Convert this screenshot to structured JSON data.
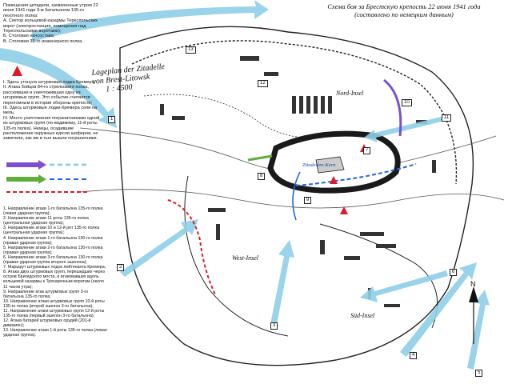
{
  "title": {
    "ru_line1": "Схема боя за Брестскую крепость 22 июня 1941 года",
    "ru_line2": "(составлено по немецким данным)"
  },
  "plan_title": {
    "line1": "Lageplan der Zitadelle",
    "line2": "von Brest-Litowsk",
    "scale": "1 : 4500"
  },
  "island_labels": {
    "nord": "Nord-Insel",
    "west": "West-Insel",
    "sued": "Süd-Insel",
    "kern": "Zitadellen-Kern"
  },
  "north_mark": "N",
  "buildings_note": "Помещения цитадели, захваченные утром 22 июня 1941 года 3-м батальоном 135-го пехотного полка:\nА. Сектор кольцевой казармы Тереспольских ворот (электростанция, помещения над Тереспольскими воротами);\nБ. Столовая начсостава;\nВ. Столовая 33-го инженерного полка.",
  "events_note": "I. Здесь утонула штурмовая лодка Кремера;\nII. Атака бойцов 84-го стрелкового полка, рассеявшая и уничтожившая одну из штурмовых групп. Это событие считается переломным в истории обороны крепости;\nIII. Здесь штурмовые лодки Кремера сели на мель;\nIV. Место уничтожения пограничниками одной из штурмовых групп (по-видимому, 11-й роты 135-го полка). Немцы, осадившие расположение окружных курсов шоферов, не заметили, как им в тыл вышли пограничники.",
  "attacks_legend": "1. Направление атаки 1-го батальона 135-го полка (левая ударная группа);\n2. Направление атаки 11 роты 135-го полка (центральная ударная группа);\n3. Направление атаки 10 и 12-й рот 135-го полка (центральная ударная группа);\n4. Направление атаки 1-го батальона 130-го полка (правая ударная группа);\n5. Направление атаки 2-го батальона 130-го полка (правая ударная группа);\n6. Направление атаки 3-го батальона 130-го полка (правая ударная группа второго эшелона);\n7. Маршрут штурмовых лодок лейтенанта Кремера;\n8. Атака двух штурмовых групп, перешедших через остров Бригидского моста, и атаковавших вдоль кольцевой казармы к Трехарочным воротам (около 11 часов утра);\n9. Направление атак штурмовых групп 3-го батальона 135-го полка;\n10. Направление атаки штурмовых групп 10-й роты 135-го полка (второй эшелон 3-го батальона);\n11. Направление атаки штурмовых групп 12-й роты 135-го полка (первый эшелон 3-го батальона);\n12. Атака батарей штурмовых орудий (201-й дивизион);\n13. Направление атаки 1-й роты 135-го полка (левая ударная группа).",
  "arrow_numbers": [
    "1",
    "2",
    "3",
    "4",
    "5",
    "6",
    "7",
    "8",
    "9",
    "10",
    "11",
    "12",
    "13"
  ],
  "colors": {
    "water": "#ffffff",
    "attack_arrow": "#8fcfe8",
    "attack_arrow_dark": "#3a9bd0",
    "fortress": "#1a1a1a",
    "kremer_route": "#e0192a",
    "green_route": "#5fae3c",
    "purple_route": "#7a4fd0",
    "blue_route": "#2a66d8"
  }
}
